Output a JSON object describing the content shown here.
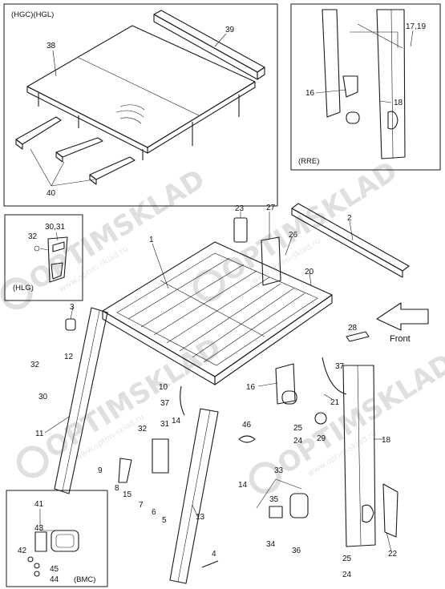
{
  "inset_labels": {
    "hgc_hgl": "(HGC)(HGL)",
    "rre": "(RRE)",
    "hlg": "(HLG)",
    "bmc": "(BMC)"
  },
  "front_label": "Front",
  "watermark": {
    "brand": "OPTIMSKLAD",
    "url": "www.optim-sklad.ru"
  },
  "part_numbers": {
    "p1": "1",
    "p2": "2",
    "p3": "3",
    "p4": "4",
    "p5": "5",
    "p6": "6",
    "p7": "7",
    "p8": "8",
    "p9": "9",
    "p10": "10",
    "p11": "11",
    "p12": "12",
    "p13": "13",
    "p14a": "14",
    "p14b": "14",
    "p15": "15",
    "p16a": "16",
    "p16b": "16",
    "p17_19": "17,19",
    "p18a": "18",
    "p18b": "18",
    "p20": "20",
    "p21": "21",
    "p22": "22",
    "p23": "23",
    "p24a": "24",
    "p24b": "24",
    "p25a": "25",
    "p25b": "25",
    "p26": "26",
    "p27": "27",
    "p28": "28",
    "p29": "29",
    "p30": "30",
    "p30_31": "30,31",
    "p31": "31",
    "p32a": "32",
    "p32b": "32",
    "p32c": "32",
    "p33": "33",
    "p34": "34",
    "p35": "35",
    "p36": "36",
    "p37a": "37",
    "p37b": "37",
    "p38": "38",
    "p39": "39",
    "p40": "40",
    "p41": "41",
    "p42": "42",
    "p43": "43",
    "p44": "44",
    "p45": "45",
    "p46": "46"
  }
}
